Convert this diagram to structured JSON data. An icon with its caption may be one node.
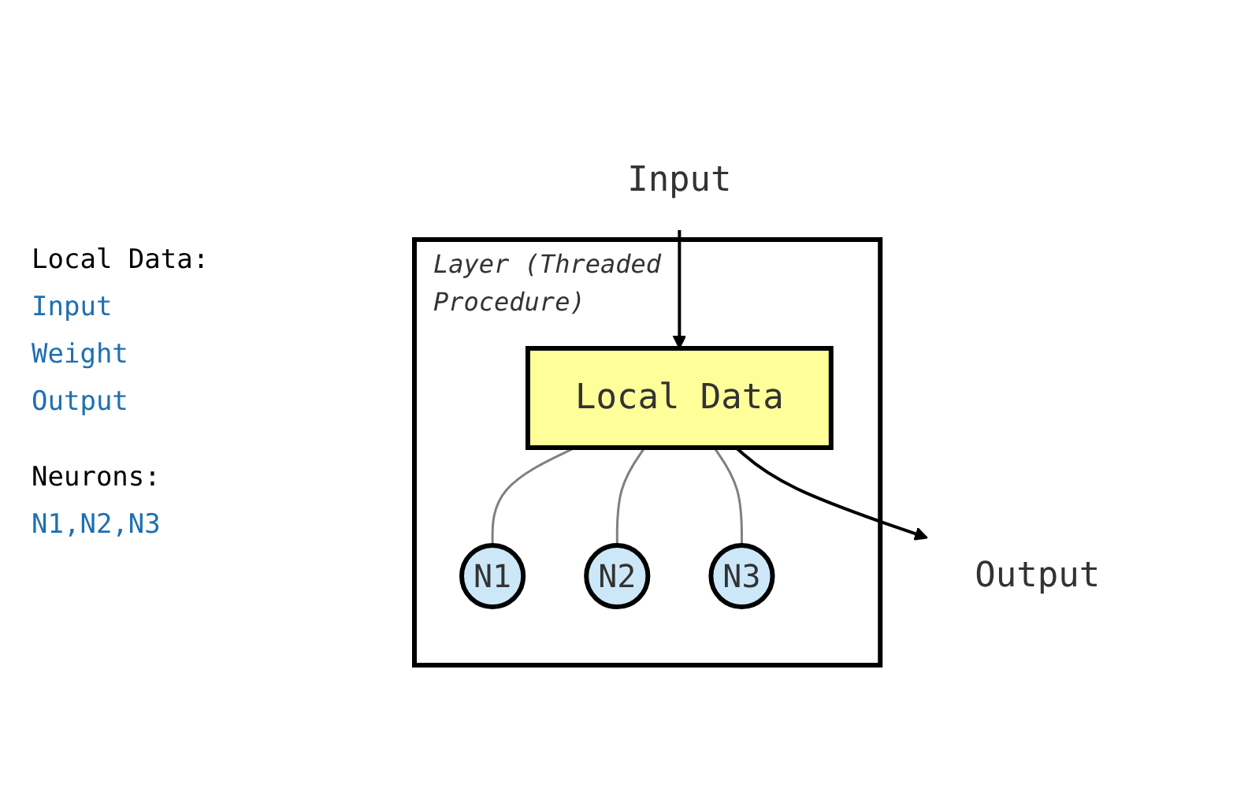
{
  "diagram": {
    "nodes": [
      {
        "text": [
          "Input"
        ]
      },
      {
        "text": [
          "Output"
        ]
      },
      {
        "text": [
          "Layer (Threaded Procedure)"
        ]
      },
      {
        "text": [
          "Local Data"
        ],
        "in": 2
      },
      {
        "text": [
          "N1"
        ],
        "in": 2
      },
      {
        "text": [
          "N2"
        ],
        "in": 2
      },
      {
        "text": [
          "N3"
        ],
        "in": 2
      }
    ],
    "edges": [
      {
        "from": 0,
        "to": 3,
        "arrow": "to",
        "color": "#000000"
      },
      {
        "from": 3,
        "to": 1,
        "arrow": "to",
        "color": "#000000"
      },
      {
        "from": 3,
        "to": 4,
        "arrow": "none"
      },
      {
        "from": 3,
        "to": 5,
        "arrow": "none"
      },
      {
        "from": 3,
        "to": 6,
        "arrow": "none"
      }
    ],
    "labels": [
      "Local Data:",
      "Input",
      "Weight",
      "Output",
      "Neurons:",
      "N1,N2,N3"
    ]
  }
}
